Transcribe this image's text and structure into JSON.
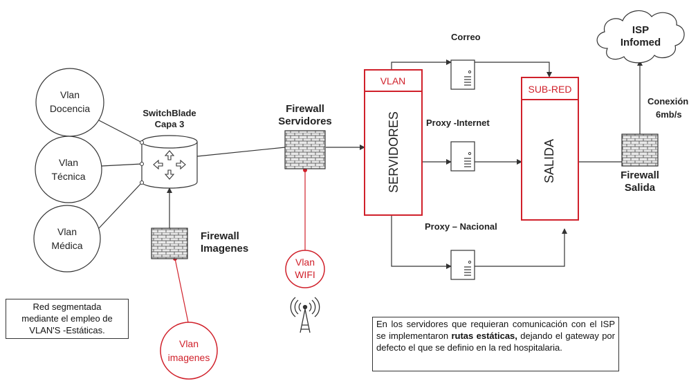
{
  "vlans": {
    "docencia": {
      "line1": "Vlan",
      "line2": "Docencia"
    },
    "tecnica": {
      "line1": "Vlan",
      "line2": "Técnica"
    },
    "medica": {
      "line1": "Vlan",
      "line2": "Médica"
    },
    "imagenes": {
      "line1": "Vlan",
      "line2": "imagenes"
    },
    "wifi": {
      "line1": "Vlan",
      "line2": "WIFI"
    }
  },
  "switch": {
    "line1": "SwitchBlade",
    "line2": "Capa 3"
  },
  "firewalls": {
    "imagenes": {
      "line1": "Firewall",
      "line2": "Imagenes"
    },
    "servidores": {
      "line1": "Firewall",
      "line2": "Servidores"
    },
    "salida": {
      "line1": "Firewall",
      "line2": "Salida"
    }
  },
  "servidores_box": {
    "header": "VLAN",
    "title": "SERVIDORES"
  },
  "salida_box": {
    "header": "SUB-RED",
    "title": "SALIDA"
  },
  "servers": {
    "correo": "Correo",
    "proxy_internet": "Proxy -Internet",
    "proxy_nacional": "Proxy – Nacional"
  },
  "isp": {
    "line1": "ISP",
    "line2": "Infomed"
  },
  "conexion": {
    "line1": "Conexión",
    "line2": "6mb/s"
  },
  "notes": {
    "segmentada": {
      "line1": "Red segmentada",
      "line2": "mediante el empleo de",
      "line3": "VLAN'S -Estáticas."
    },
    "servidores": {
      "part1": "En los servidores que requieran comunicación con el ISP se implementaron ",
      "bold": "rutas estáticas,",
      "part2": " dejando el gateway por defecto el que se definio en la red hospitalaria."
    }
  },
  "colors": {
    "accent_red": "#d0202a",
    "line_dark": "#333333",
    "brick_fill": "#e8e8e8"
  }
}
